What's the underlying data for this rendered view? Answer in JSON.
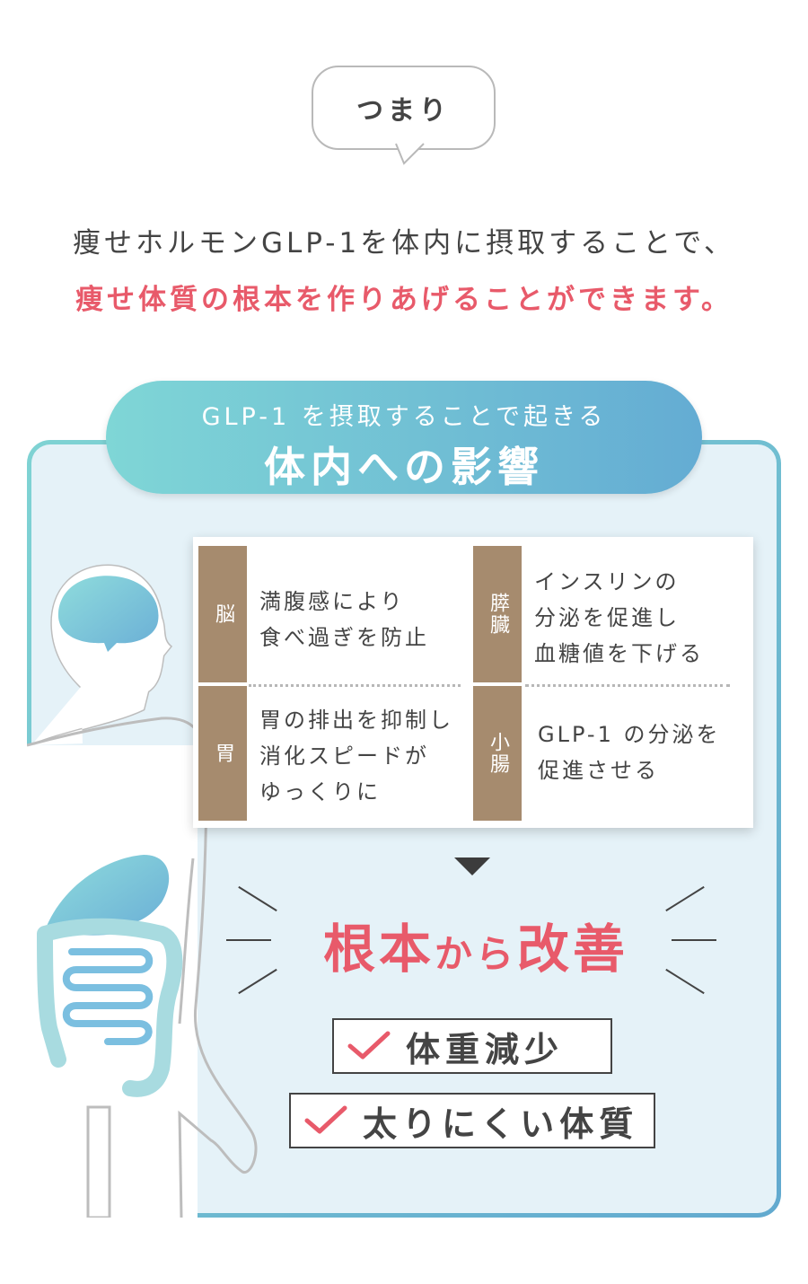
{
  "bubble": {
    "label": "つまり"
  },
  "intro": {
    "line1": "痩せホルモンGLP-1を体内に摂取することで、",
    "line2": "痩せ体質の根本を作りあげることができます。"
  },
  "panel": {
    "subtitle": "GLP-1 を摂取することで起きる",
    "title": "体内への影響"
  },
  "effects": [
    {
      "organ": "脳",
      "text": "満腹感により\n食べ過ぎを防止"
    },
    {
      "organ": "膵臓",
      "text": "インスリンの\n分泌を促進し\n血糖値を下げる"
    },
    {
      "organ": "胃",
      "text": "胃の排出を抑制し\n消化スピードが\nゆっくりに"
    },
    {
      "organ": "小腸",
      "text": "GLP-1 の分泌を\n促進させる"
    }
  ],
  "result": {
    "part1": "根本",
    "part2": "から",
    "part3": "改善"
  },
  "benefits": [
    "体重減少",
    "太りにくい体質"
  ],
  "colors": {
    "accent_pink": "#e85a6a",
    "teal": "#7fd3d3",
    "blue": "#62a9cf",
    "tag_brown": "#a68b6e",
    "panel_bg": "#e5f2f8"
  }
}
